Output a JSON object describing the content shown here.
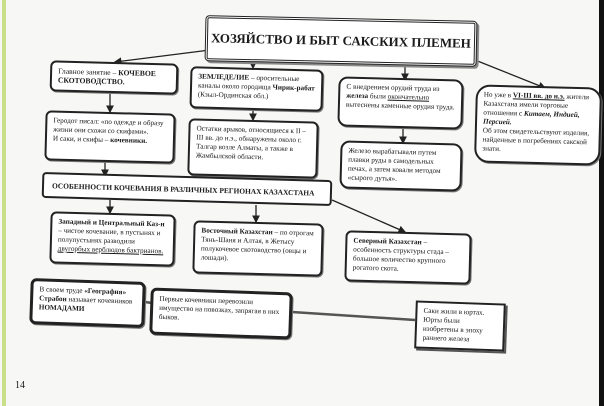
{
  "title": "ХОЗЯЙСТВО И БЫТ САКСКИХ ПЛЕМЕН",
  "box1": {
    "a": "Главное занятие – ",
    "b": "КОЧЕВОЕ СКОТОВОДСТВО."
  },
  "box2": {
    "a": "ЗЕМЛЕДЕЛИЕ",
    "b": " – оросительные каналы около городища ",
    "c": "Чирик-рабат",
    "d": " (Кзыл-Ординская обл.)"
  },
  "box3": {
    "a": "С внедрением орудий труда из ",
    "b": "железа",
    "c": " были ",
    "d": "окончательно",
    "e": " вытеснены каменные орудия труда."
  },
  "box4": {
    "a": "Но уже в ",
    "b": "VI-III вв. до н.э.",
    "c": " жители Казахстана имели торговые отношения с ",
    "d": "Китаем, Индией, Персией.",
    "e": "Об этом свидетельствуют изделия, найденные в погребениях сакской знати."
  },
  "box5": {
    "a": "Геродот писал: «по одежде и образу жизни они схожи со скифами».",
    "b": "И саки, и скифы – ",
    "c": "кочевники."
  },
  "box6": {
    "a": "Остатки арыков, относящиеся к II –III вв. до н.э., обнаружены около г. Талгар возле Алматы, а также в Жамбылской области."
  },
  "box7": {
    "a": "Железо вырабатывали путем плавки руды в самодельных печах, а затем ковали методом «сырого дутья»."
  },
  "banner": "ОСОБЕННОСТИ КОЧЕВАНИЯ В РАЗЛИЧНЫХ РЕГИОНАХ КАЗАХСТАНА",
  "box8": {
    "a": "Западный и Центральный Каз-н",
    "b": " – чистое кочевание, в пустынях и полупустынях разводили ",
    "c": "двугорбых верблюдов бактрианов."
  },
  "box9": {
    "a": "Восточный Казахстан",
    "b": " – по отрогам Тянь-Шаня и Алтая, в Жетысу полукочевое скотоводство (овцы и лошади)."
  },
  "box10": {
    "a": "Северный Казахстан",
    "b": " – особенность структуры стада – большое количество крупного рогатого скота."
  },
  "box11": {
    "a": "В своем труде ",
    "b": "«География»",
    "c": "Страбон",
    "d": " называет кочевников ",
    "e": "НОМАДАМИ"
  },
  "box12": {
    "a": "Первые кочевники перевозили имущество на повозках, запрягая в них быков."
  },
  "box13": {
    "a": "Саки жили в юртах. Юрты были изобретены в эпоху раннего железа"
  },
  "page_number": "14"
}
